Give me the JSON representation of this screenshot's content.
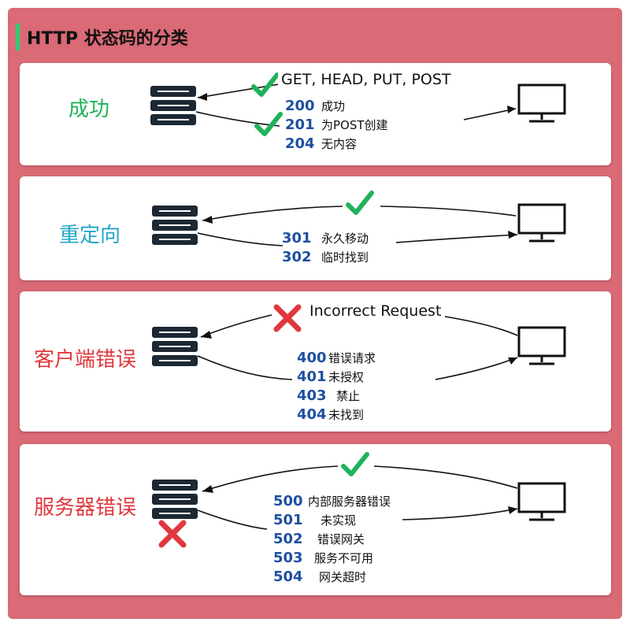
{
  "title": "HTTP 状态码的分类",
  "colors": {
    "frame": "#d96a76",
    "accent": "#2ecc71",
    "success": "#1fb25a",
    "redirect": "#22a6c8",
    "error": "#e0383e",
    "code": "#1e4fa0"
  },
  "categories": [
    {
      "label": "成功",
      "method": "GET, HEAD, PUT, POST",
      "marks": [
        "check-icon",
        "check-icon"
      ],
      "codes": [
        {
          "code": "200",
          "desc": "成功"
        },
        {
          "code": "201",
          "desc": "为POST创建"
        },
        {
          "code": "204",
          "desc": "无内容"
        }
      ]
    },
    {
      "label": "重定向",
      "marks": [
        "check-icon"
      ],
      "codes": [
        {
          "code": "301",
          "desc": "永久移动"
        },
        {
          "code": "302",
          "desc": "临时找到"
        }
      ]
    },
    {
      "label": "客户端错误",
      "method": "Incorrect Request",
      "marks": [
        "cross-icon"
      ],
      "codes": [
        {
          "code": "400",
          "desc": "错误请求"
        },
        {
          "code": "401",
          "desc": "未授权"
        },
        {
          "code": "403",
          "desc": "禁止"
        },
        {
          "code": "404",
          "desc": "未找到"
        }
      ]
    },
    {
      "label": "服务器错误",
      "marks": [
        "check-icon",
        "cross-icon"
      ],
      "codes": [
        {
          "code": "500",
          "desc": "内部服务器错误"
        },
        {
          "code": "501",
          "desc": "未实现"
        },
        {
          "code": "502",
          "desc": "错误网关"
        },
        {
          "code": "503",
          "desc": "服务不可用"
        },
        {
          "code": "504",
          "desc": "网关超时"
        }
      ]
    }
  ]
}
